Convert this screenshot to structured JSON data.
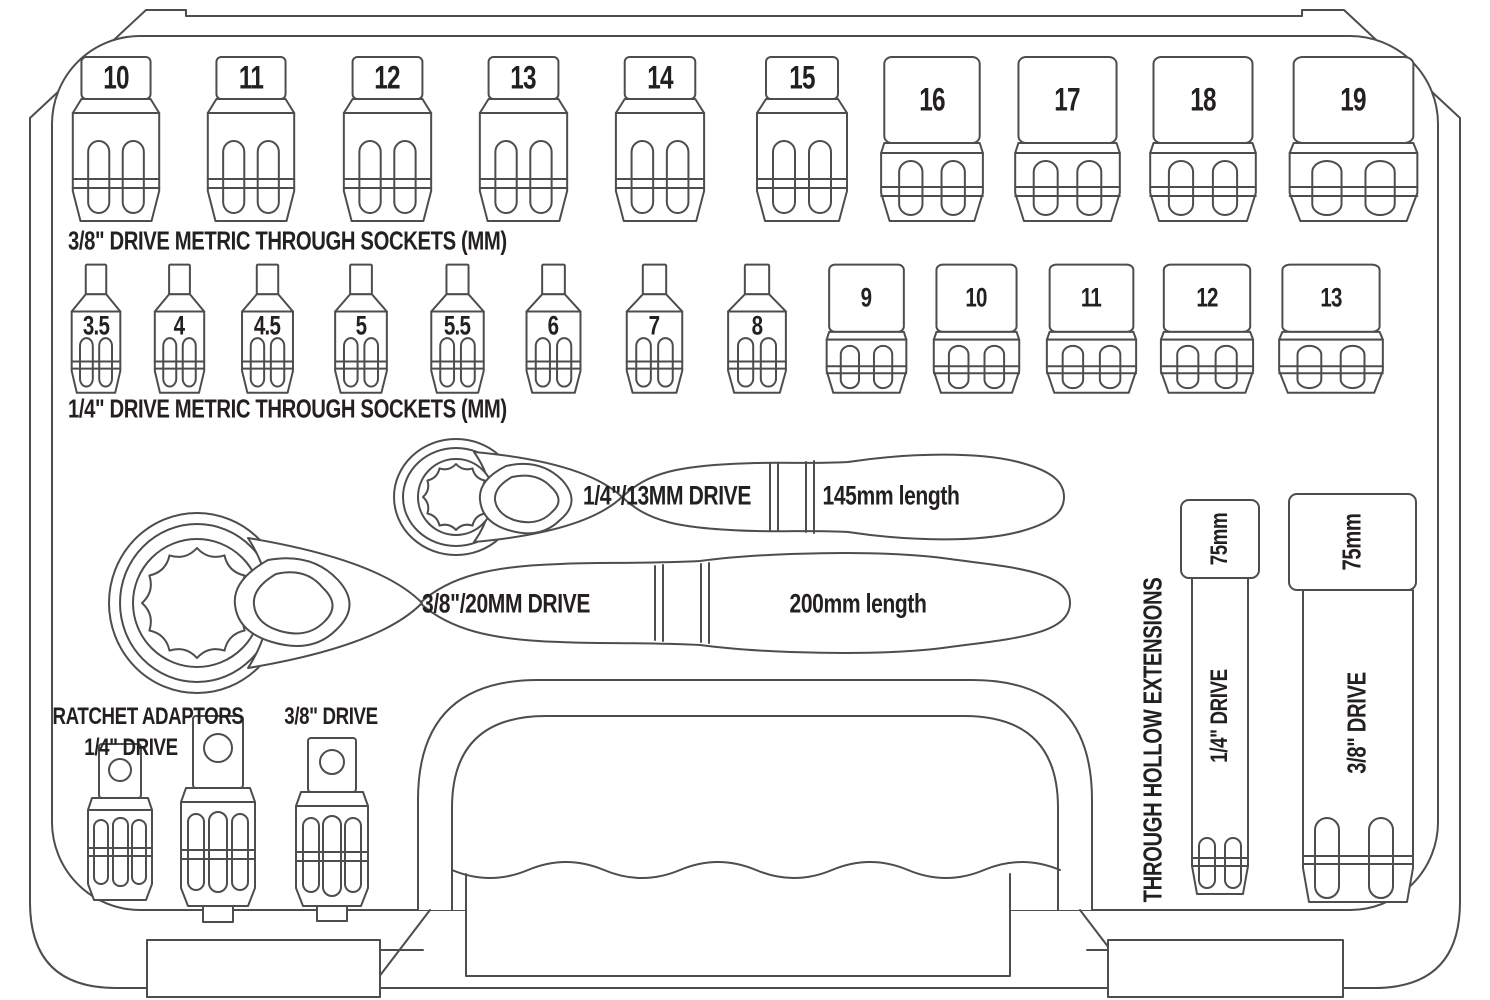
{
  "colors": {
    "line": "#4d4d4d",
    "text": "#242021",
    "background": "#ffffff"
  },
  "row1": {
    "label": "3/8\" DRIVE METRIC THROUGH SOCKETS (MM)",
    "sizes": [
      "10",
      "11",
      "12",
      "13",
      "14",
      "15",
      "16",
      "17",
      "18",
      "19"
    ]
  },
  "row2": {
    "label": "1/4\" DRIVE METRIC THROUGH SOCKETS (MM)",
    "sizes": [
      "3.5",
      "4",
      "4.5",
      "5",
      "5.5",
      "6",
      "7",
      "8",
      "9",
      "10",
      "11",
      "12",
      "13"
    ]
  },
  "ratchets": [
    {
      "drive": "1/4\"/13MM DRIVE",
      "length": "145mm length"
    },
    {
      "drive": "3/8\"/20MM DRIVE",
      "length": "200mm length"
    }
  ],
  "adaptors": {
    "title": "RATCHET ADAPTORS",
    "left_drive": "1/4\" DRIVE",
    "right_drive": "3/8\" DRIVE"
  },
  "extensions": {
    "title": "THROUGH HOLLOW EXTENSIONS",
    "items": [
      {
        "length": "75mm",
        "drive": "1/4\" DRIVE"
      },
      {
        "length": "75mm",
        "drive": "3/8\" DRIVE"
      }
    ]
  }
}
